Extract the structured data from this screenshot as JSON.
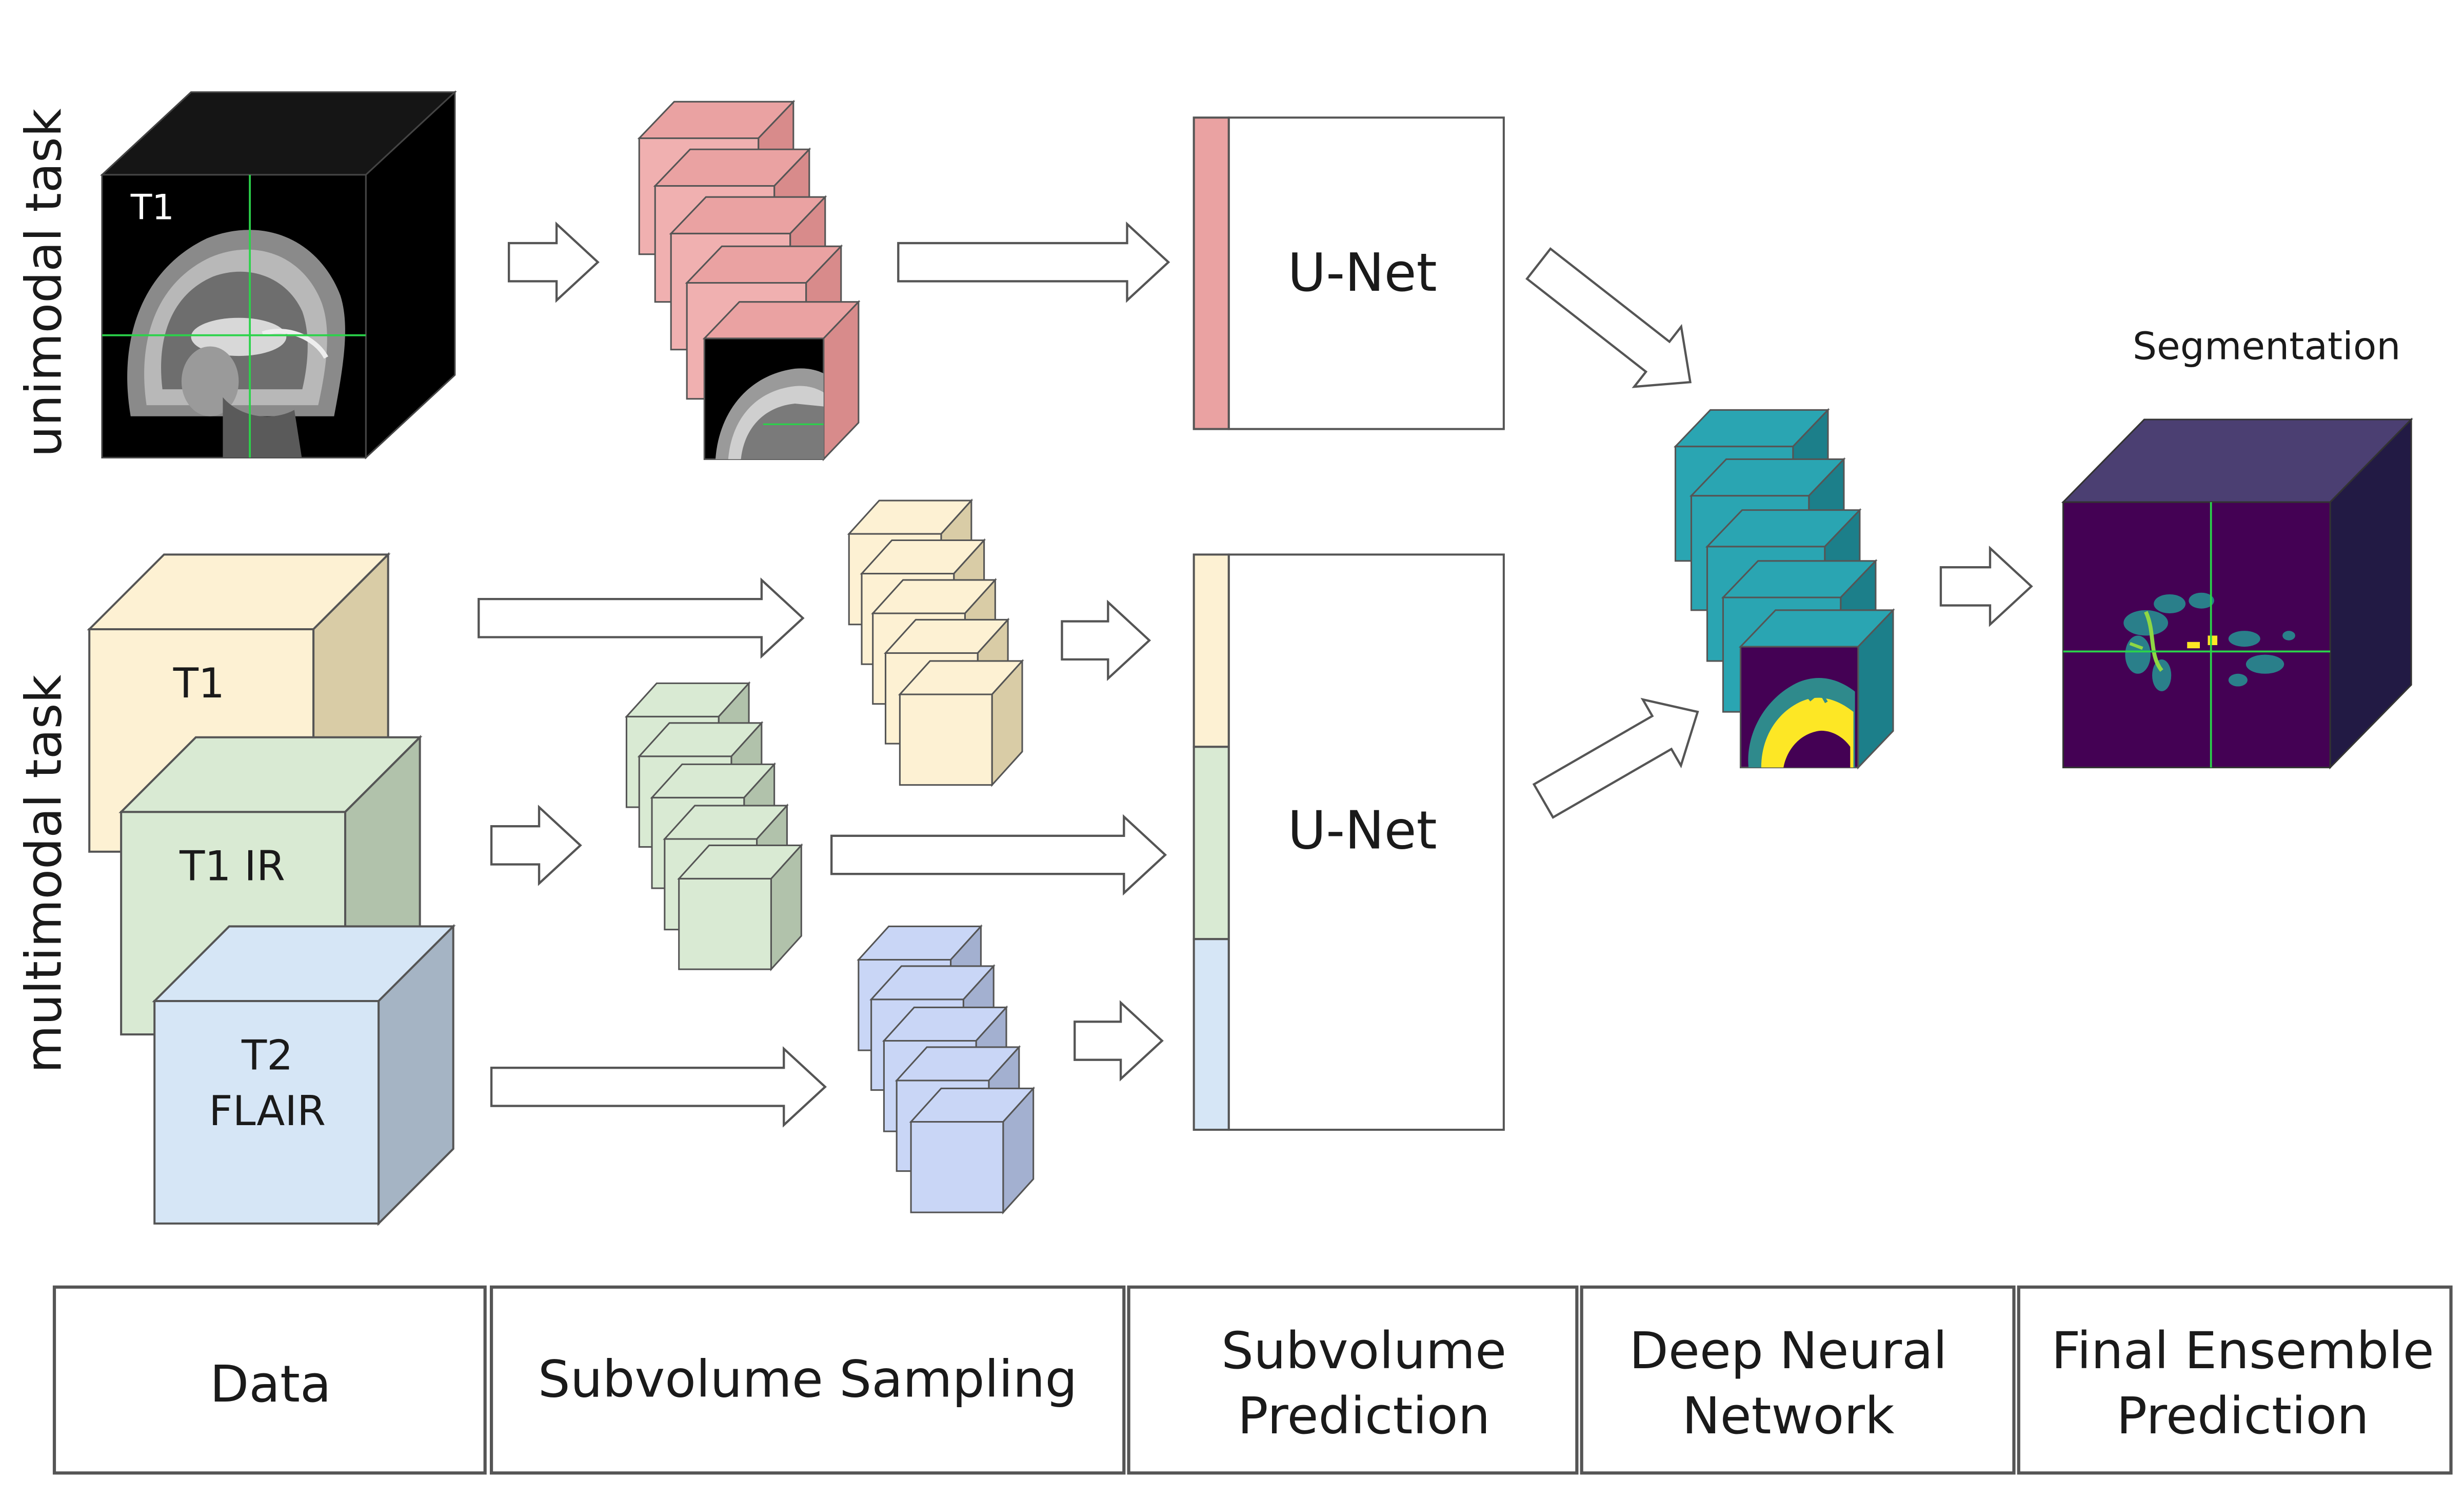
{
  "rows": {
    "unimodal": "unimodal task",
    "multimodal": "multimodal task"
  },
  "data_labels": {
    "t1_top": "T1",
    "t1": "T1",
    "t1ir": "T1 IR",
    "t2_line1": "T2",
    "t2_line2": "FLAIR"
  },
  "models": {
    "unet_top": "U-Net",
    "unet_bottom": "U-Net"
  },
  "output_title": "Segmentation",
  "stages": [
    {
      "line1": "Data",
      "line2": ""
    },
    {
      "line1": "Subvolume Sampling",
      "line2": ""
    },
    {
      "line1": "Subvolume",
      "line2": "Prediction"
    },
    {
      "line1": "Deep Neural",
      "line2": "Network"
    },
    {
      "line1": "Final Ensemble",
      "line2": "Prediction"
    }
  ],
  "colors": {
    "pink": "#eaa2a2",
    "yellow": "#fdf1d3",
    "green": "#d9ead3",
    "blue": "#d6e6f6",
    "lavender": "#c9d6f6",
    "teal": "#2aa5b2",
    "purple": "#440154",
    "seg_yellow": "#fde725"
  }
}
